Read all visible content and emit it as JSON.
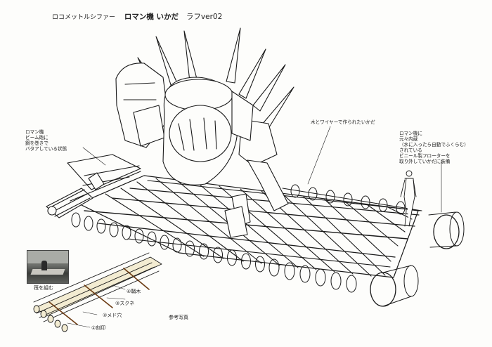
{
  "header": {
    "series": "ロコメットルシファー",
    "title": "ロマン機 いかだ",
    "version": "ラフver02"
  },
  "notes": {
    "left": "ロマン機\nビーム砲に\n鋼を巻きで\nバタアしている状態",
    "center": "木とワイヤーで作られたいかだ",
    "right": "ロマン機に\n元々内蔵\n（水に入ったら自動でふくらむ）\nされている\nビニール製フローターを\n取り外していかだに装備"
  },
  "photo": {
    "caption": "筏を組む"
  },
  "raft_detail": {
    "labels": [
      "④鞘木",
      "③スクネ",
      "②メド穴",
      "①刻印"
    ]
  },
  "footer": {
    "reference": "参考写真"
  }
}
